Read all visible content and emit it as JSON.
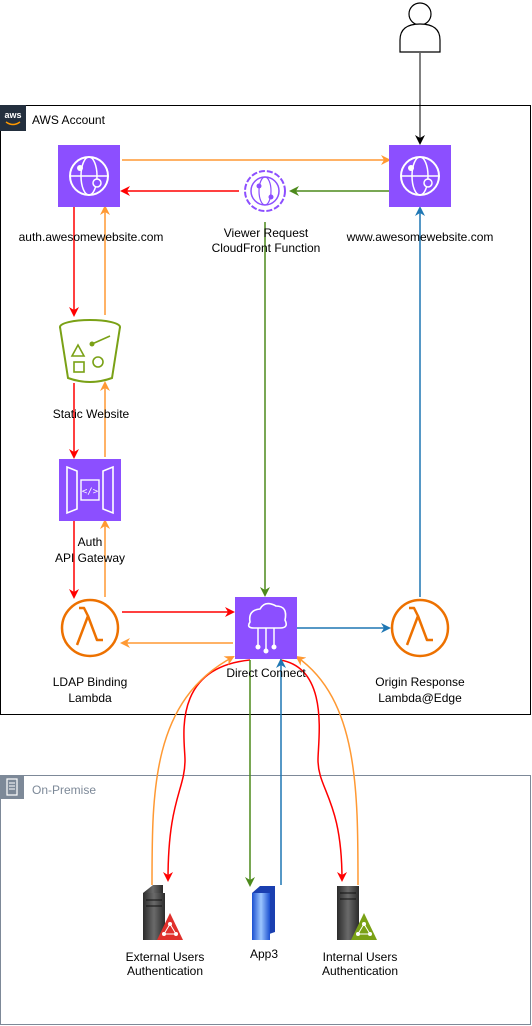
{
  "groups": {
    "aws_account": "AWS Account",
    "on_premise": "On-Premise"
  },
  "aws_logo_text": "aws",
  "nodes": {
    "user": "",
    "auth_cloudfront": "auth.awesomewebsite.com",
    "www_cloudfront": "www.awesomewebsite.com",
    "cf_function": [
      "Viewer Request",
      "CloudFront Function"
    ],
    "s3": "Static Website",
    "api_gateway": [
      "Auth",
      "API Gateway"
    ],
    "ldap_lambda": [
      "LDAP Binding",
      "Lambda"
    ],
    "direct_connect": "Direct Connect",
    "origin_lambda": [
      "Origin Response",
      "Lambda@Edge"
    ],
    "ext_auth": [
      "External Users",
      "Authentication"
    ],
    "app3": "App3",
    "int_auth": [
      "Internal Users",
      "Authentication"
    ]
  },
  "colors": {
    "red": "#ff0000",
    "orange": "#ff9933",
    "green": "#4d8a1c",
    "blue": "#1f77b4",
    "purple": "#8c4fff",
    "lambda_orange": "#ed7100",
    "s3_green": "#7aa116"
  }
}
